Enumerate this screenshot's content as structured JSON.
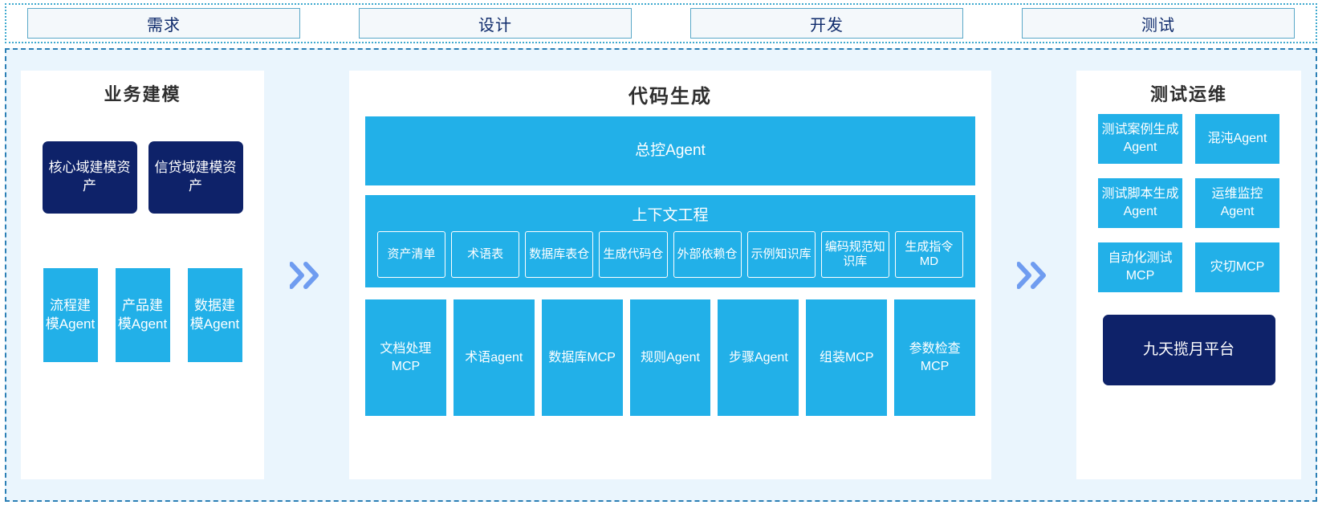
{
  "phases": {
    "items": [
      {
        "label": "需求"
      },
      {
        "label": "设计"
      },
      {
        "label": "开发"
      },
      {
        "label": "测试"
      }
    ]
  },
  "connectors": {
    "left_to_center": "»",
    "center_to_right": "»"
  },
  "panels": {
    "business_modeling": {
      "title": "业务建模",
      "assets": [
        {
          "label": "核心域建模资产"
        },
        {
          "label": "信贷域建模资产"
        }
      ],
      "agents": [
        {
          "label": "流程建模Agent"
        },
        {
          "label": "产品建模Agent"
        },
        {
          "label": "数据建模Agent"
        }
      ]
    },
    "code_generation": {
      "title": "代码生成",
      "master_agent": "总控Agent",
      "context_engineering": {
        "title": "上下文工程",
        "items": [
          {
            "label": "资产清单"
          },
          {
            "label": "术语表"
          },
          {
            "label": "数据库表仓"
          },
          {
            "label": "生成代码仓"
          },
          {
            "label": "外部依赖仓"
          },
          {
            "label": "示例知识库"
          },
          {
            "label": "编码规范知识库"
          },
          {
            "label": "生成指令MD"
          }
        ]
      },
      "tools": [
        {
          "label": "文档处理MCP"
        },
        {
          "label": "术语agent"
        },
        {
          "label": "数据库MCP"
        },
        {
          "label": "规则Agent"
        },
        {
          "label": "步骤Agent"
        },
        {
          "label": "组装MCP"
        },
        {
          "label": "参数检查MCP"
        }
      ]
    },
    "test_ops": {
      "title": "测试运维",
      "agents": [
        {
          "label": "测试案例生成Agent"
        },
        {
          "label": "混沌Agent"
        },
        {
          "label": "测试脚本生成Agent"
        },
        {
          "label": "运维监控Agent"
        },
        {
          "label": "自动化测试MCP"
        },
        {
          "label": "灾切MCP"
        }
      ],
      "platform": "九天揽月平台"
    }
  },
  "colors": {
    "cyan": "#22b0e8",
    "navy": "#0e2269",
    "chevron": "#6f9cf0",
    "panel_bg": "#eaf5fd",
    "phase_border": "#5aa8c8"
  }
}
